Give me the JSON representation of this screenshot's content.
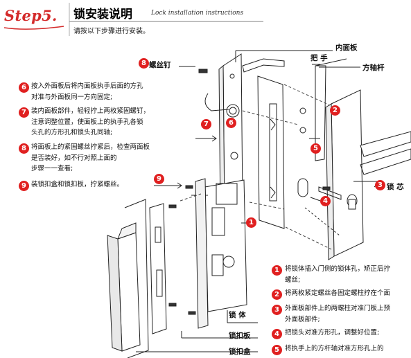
{
  "header": {
    "step": "Step5.",
    "title": "锁安装说明",
    "title_en": "Lock installation instructions",
    "subtitle": "请按以下步骤进行安装。"
  },
  "left_steps": [
    {
      "num": "6",
      "text": "按入外面板后将内面板执手后面的方孔\n对准与外面板同一方向固定;"
    },
    {
      "num": "7",
      "text": "装内面板部件，轻轻拧上两枚紧固螺钉，\n注意调整位置，使面板上的执手孔各锁\n头孔的方形孔和锁头孔同轴;"
    },
    {
      "num": "8",
      "text": "将面板上的紧固螺丝拧紧后，检查两面板\n是否装好，如不行对照上面的\n步骤一一查看;"
    },
    {
      "num": "9",
      "text": "装锁扣盒和锁扣板，拧紧螺丝。"
    }
  ],
  "right_steps": [
    {
      "num": "1",
      "text": "将锁体插入门侧的锁体孔，矫正后拧\n螺丝;"
    },
    {
      "num": "2",
      "text": "将两枚紧定螺丝各固定螺柱拧在个面"
    },
    {
      "num": "3",
      "text": "外面板部件上的两螺柱对准门板上预\n外面板部件;"
    },
    {
      "num": "4",
      "text": "把锁头对准方形孔，调整好位置;"
    },
    {
      "num": "5",
      "text": "将执手上的方杆轴对准方形孔上的"
    }
  ],
  "labels": {
    "screw": "螺丝钉",
    "inner_panel": "内面板",
    "handle": "把  手",
    "square_shaft": "方轴杆",
    "lock_cylinder": "锁 芯",
    "lock_body": "锁 体",
    "strike_plate": "锁扣板",
    "strike_box": "锁扣盒"
  },
  "diagram_markers": [
    "6",
    "7",
    "2",
    "5",
    "3",
    "4",
    "1",
    "9",
    "8"
  ],
  "colors": {
    "accent": "#e02020",
    "line": "#222222"
  }
}
